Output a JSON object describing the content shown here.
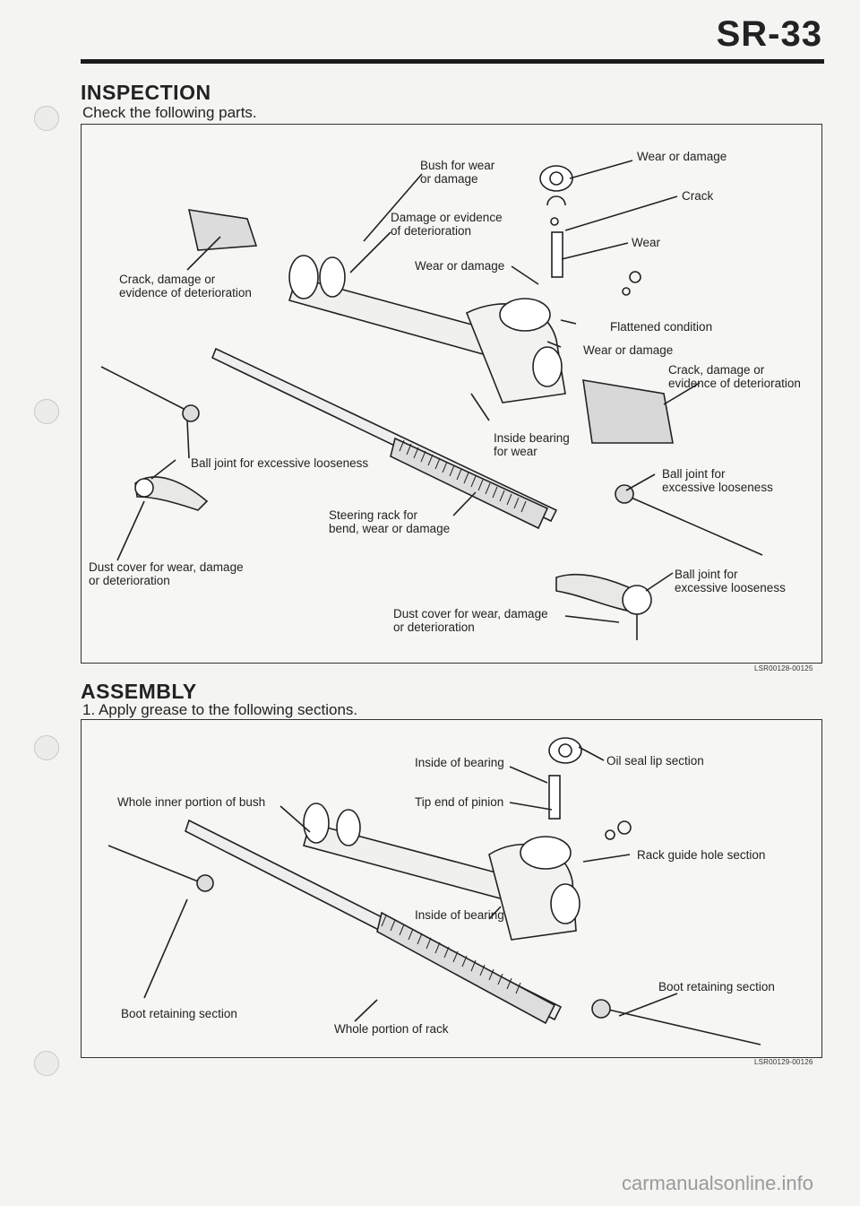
{
  "header": {
    "page_id": "SR-33"
  },
  "inspection": {
    "title": "INSPECTION",
    "subtitle": "Check the following parts.",
    "labels": {
      "bush_wear": "Bush for wear\nor damage",
      "wear_damage_top": "Wear or damage",
      "crack": "Crack",
      "damage_evidence": "Damage or evidence\nof deterioration",
      "wear": "Wear",
      "wear_damage_mid": "Wear or damage",
      "crack_damage_left": "Crack, damage or\nevidence of deterioration",
      "flattened": "Flattened condition",
      "wear_damage_low": "Wear or damage",
      "crack_damage_right": "Crack, damage or\nevidence of deterioration",
      "inside_bearing": "Inside bearing\nfor wear",
      "ball_joint_left": "Ball joint for excessive looseness",
      "ball_joint_right1": "Ball joint for\nexcessive looseness",
      "steering_rack": "Steering rack for\nbend, wear or damage",
      "dust_cover_left": "Dust cover for wear, damage\nor deterioration",
      "ball_joint_right2": "Ball joint for\nexcessive looseness",
      "dust_cover_center": "Dust cover for wear, damage\nor deterioration"
    },
    "figure_code": "LSR00128-00125"
  },
  "assembly": {
    "title": "ASSEMBLY",
    "step": "1.  Apply grease to the following sections.",
    "labels": {
      "inside_bearing_top": "Inside of bearing",
      "oil_seal": "Oil seal lip section",
      "whole_inner": "Whole inner portion of bush",
      "tip_pinion": "Tip end of pinion",
      "rack_guide": "Rack guide hole section",
      "inside_bearing_low": "Inside of bearing",
      "boot_right": "Boot retaining section",
      "boot_left": "Boot retaining section",
      "whole_rack": "Whole portion of rack"
    },
    "figure_code": "LSR00129-00126"
  },
  "footer": {
    "watermark": "carmanualsonline.info"
  }
}
